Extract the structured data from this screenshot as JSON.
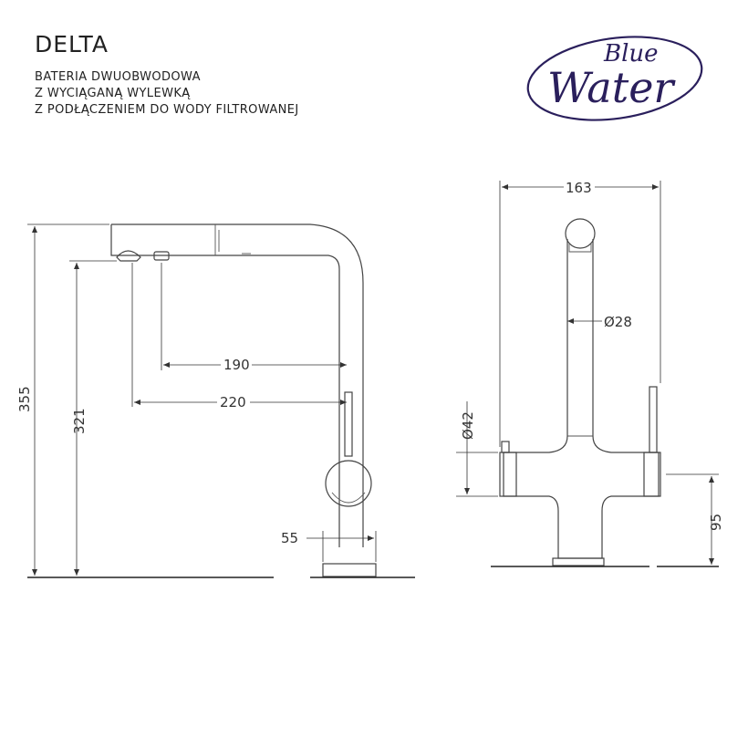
{
  "header": {
    "title": "DELTA",
    "subtitle_lines": [
      "BATERIA DWUOBWODOWA",
      "Z WYCIĄGANĄ WYLEWKĄ",
      "Z PODŁĄCZENIEM DO WODY FILTROWANEJ"
    ]
  },
  "logo": {
    "word_top": "Blue",
    "word_main": "Water",
    "color": "#2a1f5c"
  },
  "side_view": {
    "dimensions": {
      "height_total": "355",
      "height_outlet": "321",
      "reach_filtered": "190",
      "reach_main": "220",
      "base_diameter": "55"
    }
  },
  "front_view": {
    "dimensions": {
      "width_total": "163",
      "spout_diameter": "Ø28",
      "body_diameter": "Ø42",
      "handle_height": "95"
    }
  }
}
